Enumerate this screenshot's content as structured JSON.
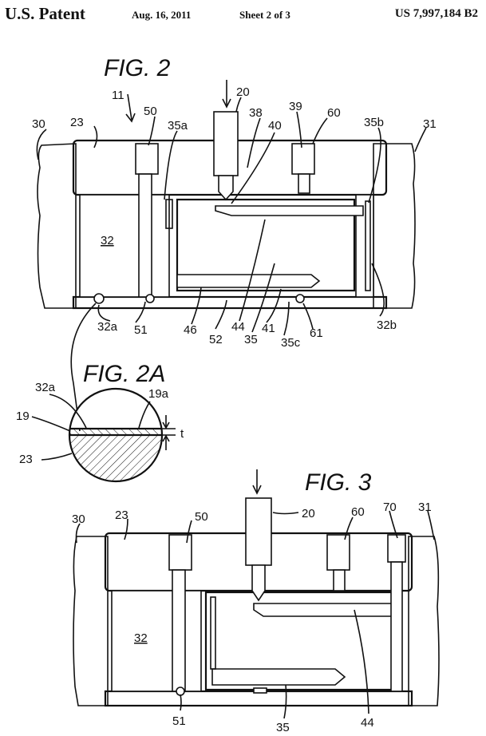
{
  "header": {
    "left": "U.S. Patent",
    "date": "Aug. 16, 2011",
    "sheet": "Sheet 2 of 3",
    "patent_number": "US 7,997,184 B2"
  },
  "fig2": {
    "title": "FIG. 2",
    "labels": {
      "l11": "11",
      "l20": "20",
      "l30": "30",
      "l23": "23",
      "l50": "50",
      "l35a": "35a",
      "l38": "38",
      "l40": "40",
      "l39": "39",
      "l60": "60",
      "l35b": "35b",
      "l31": "31",
      "l32": "32",
      "l32a": "32a",
      "l51": "51",
      "l46": "46",
      "l52": "52",
      "l44": "44",
      "l35": "35",
      "l41": "41",
      "l35c": "35c",
      "l61": "61",
      "l32b": "32b"
    }
  },
  "fig2a": {
    "title": "FIG. 2A",
    "labels": {
      "l32a": "32a",
      "l19a": "19a",
      "l19": "19",
      "lt": "t",
      "l23": "23"
    }
  },
  "fig3": {
    "title": "FIG. 3",
    "labels": {
      "l20": "20",
      "l60": "60",
      "l70": "70",
      "l31": "31",
      "l30": "30",
      "l23": "23",
      "l50": "50",
      "l32": "32",
      "l51": "51",
      "l35": "35",
      "l44": "44"
    }
  }
}
